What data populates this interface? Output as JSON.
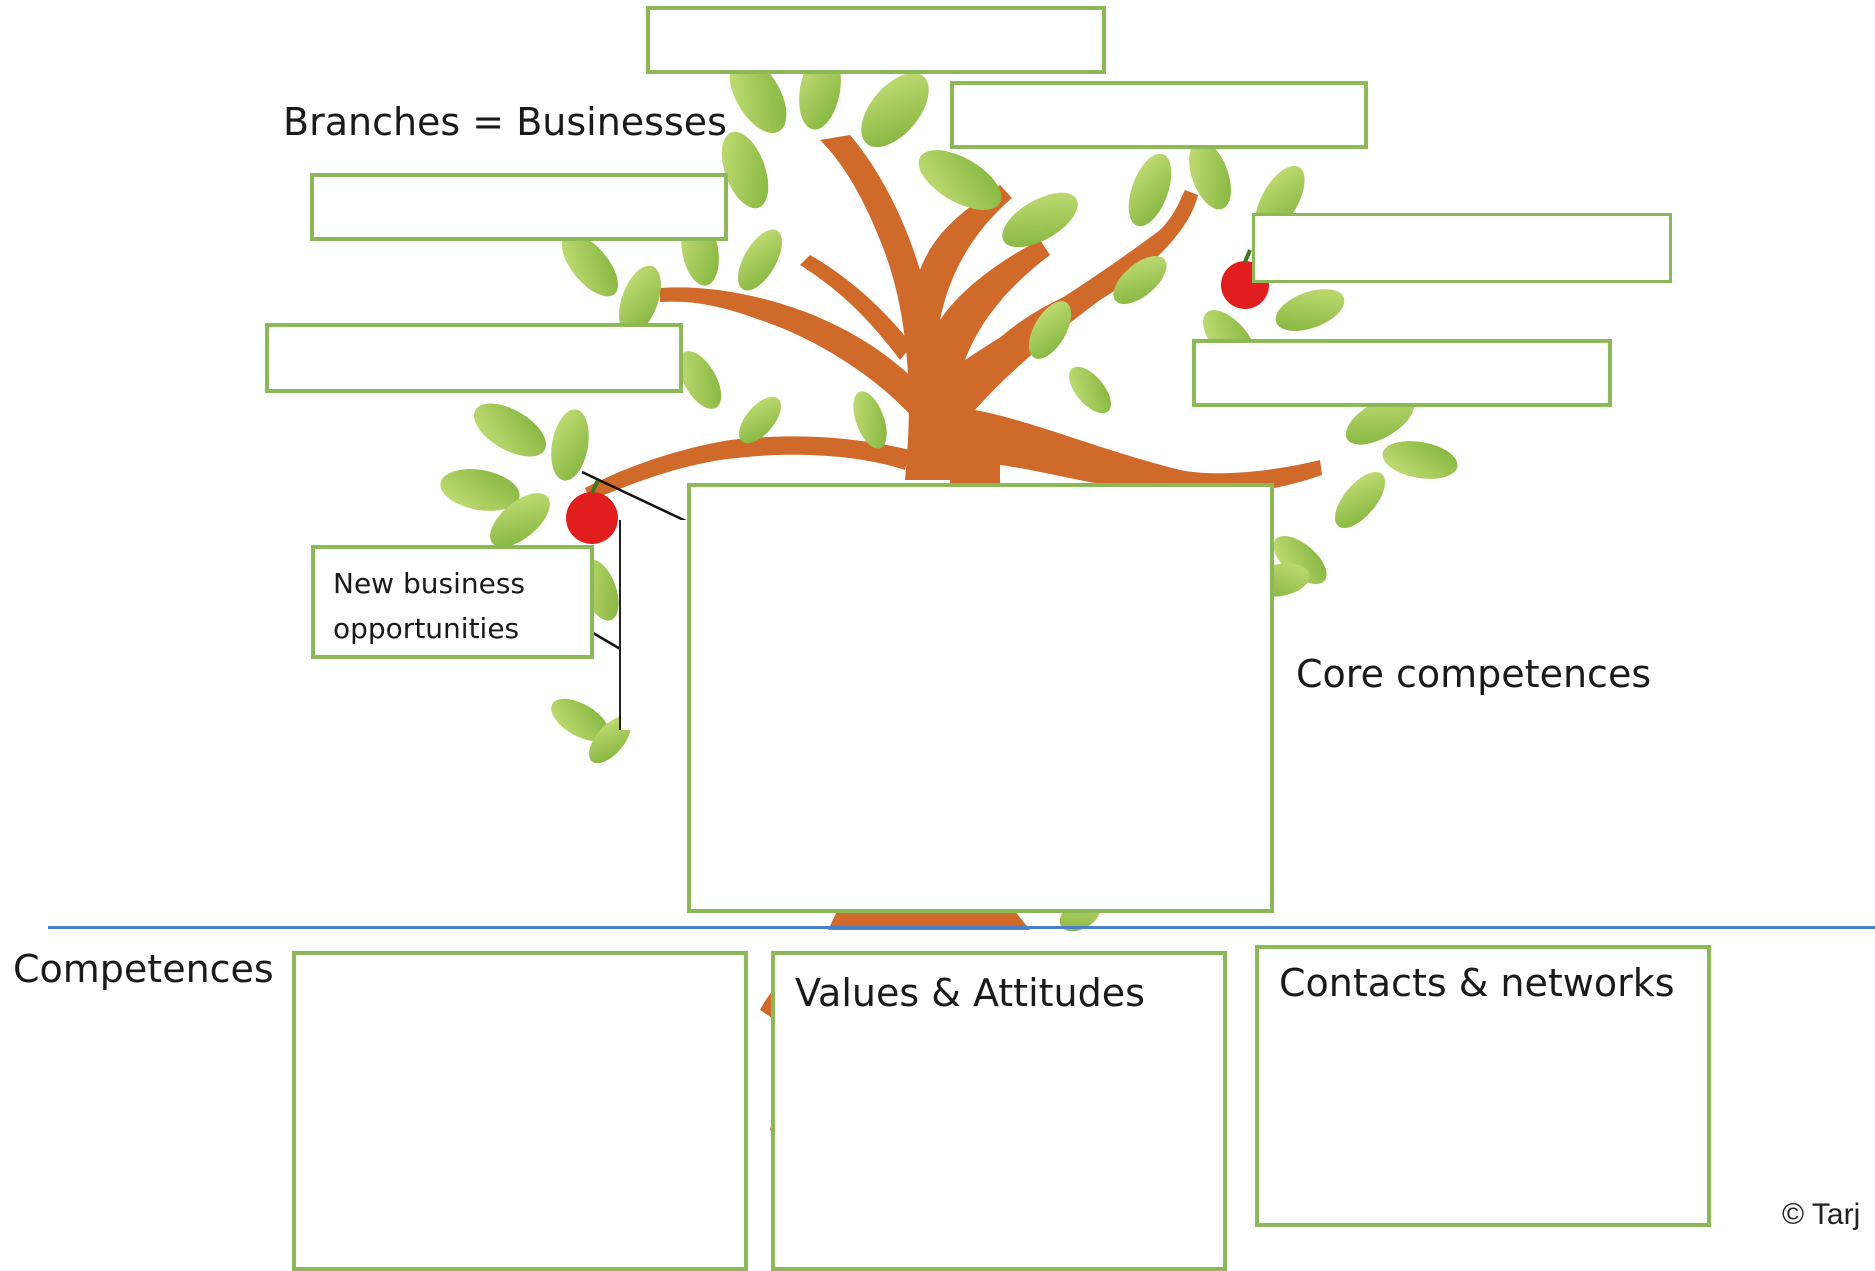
{
  "labels": {
    "branches": "Branches = Businesses",
    "core": "Core competences",
    "competences": "Competences",
    "new_business": "New business opportunities",
    "values": "Values & Attitudes",
    "contacts": "Contacts & networks",
    "copyright": "© Tarj"
  },
  "colors": {
    "box_border": "#8cb85a",
    "trunk": "#d06a2a",
    "leaf": "#9bc84a",
    "apple": "#e21d1d",
    "divider": "#4f7ec8"
  }
}
